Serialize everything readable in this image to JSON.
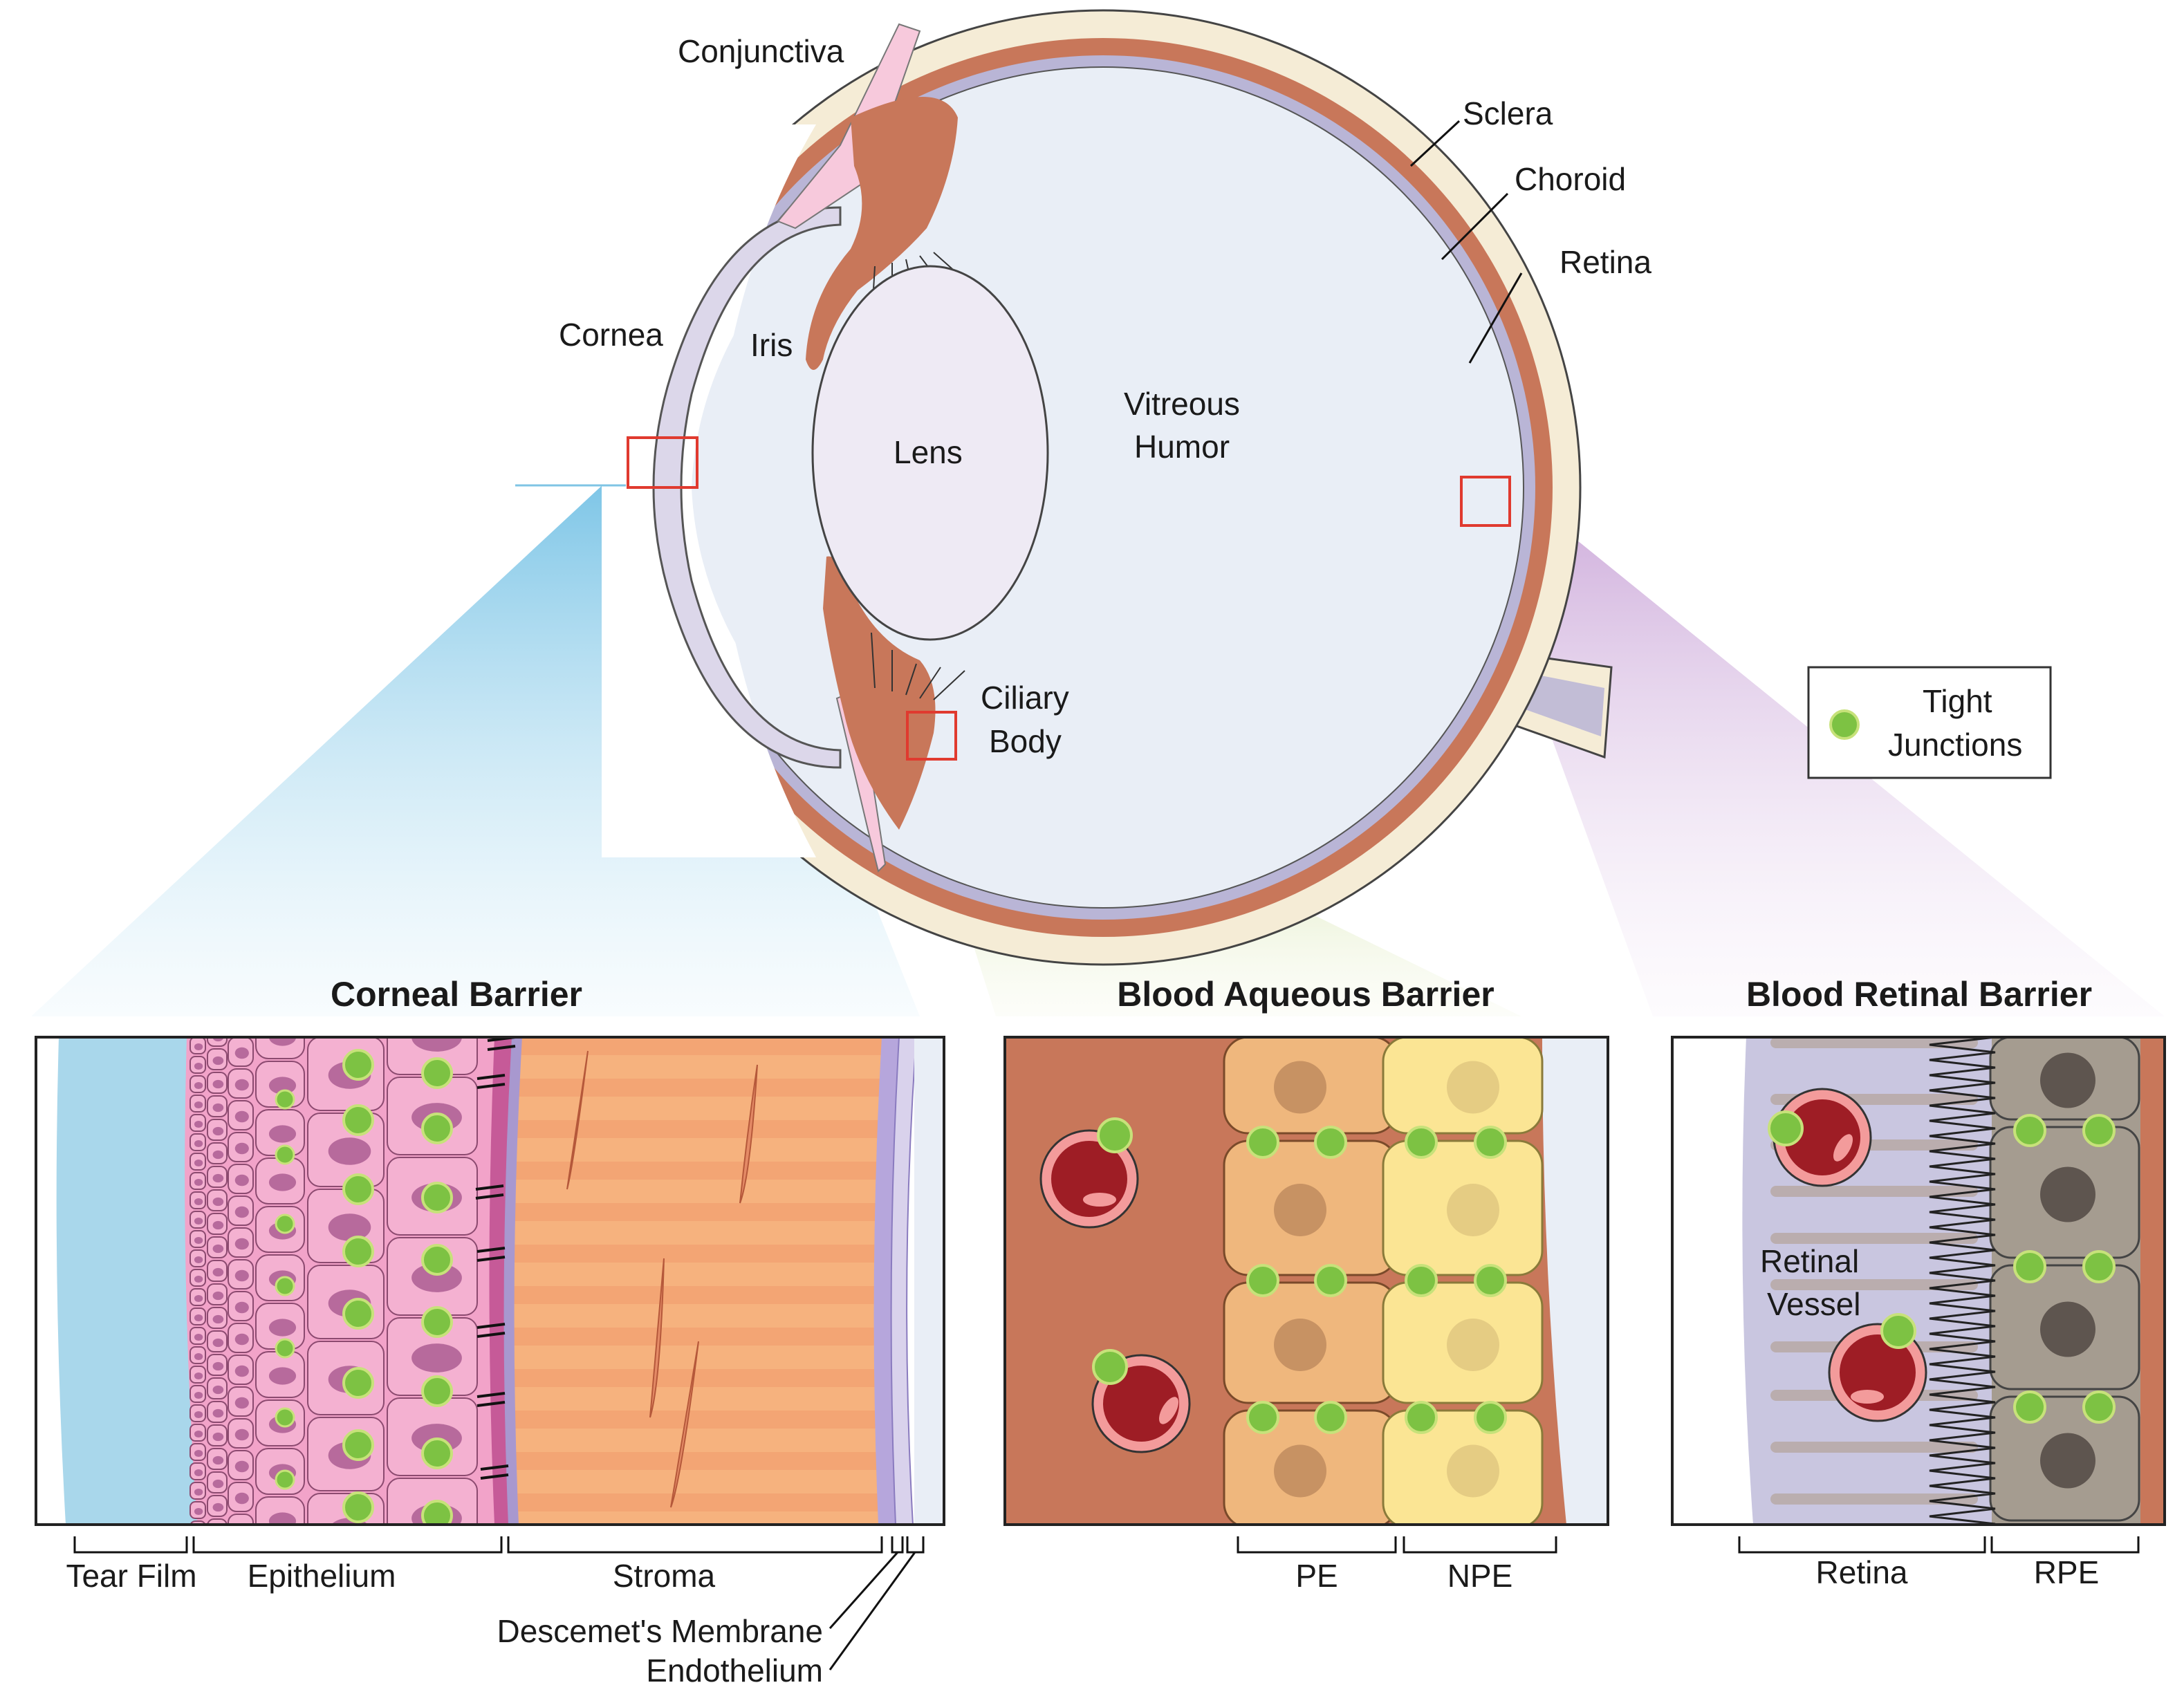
{
  "eye": {
    "labels": {
      "conjunctiva": "Conjunctiva",
      "sclera": "Sclera",
      "choroid": "Choroid",
      "retina": "Retina",
      "cornea": "Cornea",
      "iris": "Iris",
      "lens": "Lens",
      "vitreous_1": "Vitreous",
      "vitreous_2": "Humor",
      "ciliary_1": "Ciliary",
      "ciliary_2": "Body"
    }
  },
  "legend": {
    "line1": "Tight",
    "line2": "Junctions"
  },
  "panels": {
    "corneal": {
      "title": "Corneal Barrier",
      "layers": {
        "tear_film": "Tear Film",
        "epithelium": "Epithelium",
        "stroma": "Stroma",
        "descemet": "Descemet's Membrane",
        "endothelium": "Endothelium"
      }
    },
    "aqueous": {
      "title": "Blood Aqueous Barrier",
      "layers": {
        "pe": "PE",
        "npe": "NPE"
      }
    },
    "retinal": {
      "title": "Blood Retinal Barrier",
      "vessel_1": "Retinal",
      "vessel_2": "Vessel",
      "layers": {
        "retina": "Retina",
        "rpe": "RPE"
      }
    }
  },
  "colors": {
    "sclera": "#f5ecd6",
    "choroid": "#c8775a",
    "retina": "#b9b5d6",
    "vitreous": "#e9eef6",
    "cornea": "#dcd7ea",
    "conjunctiva": "#f7c9dc",
    "tight_junction": "#7dc243",
    "highlight_box": "#e03a2f",
    "corneal_cone": "#7fc4e4",
    "aqueous_cone": "#cfe0a4",
    "retinal_cone": "#d6bde0"
  }
}
